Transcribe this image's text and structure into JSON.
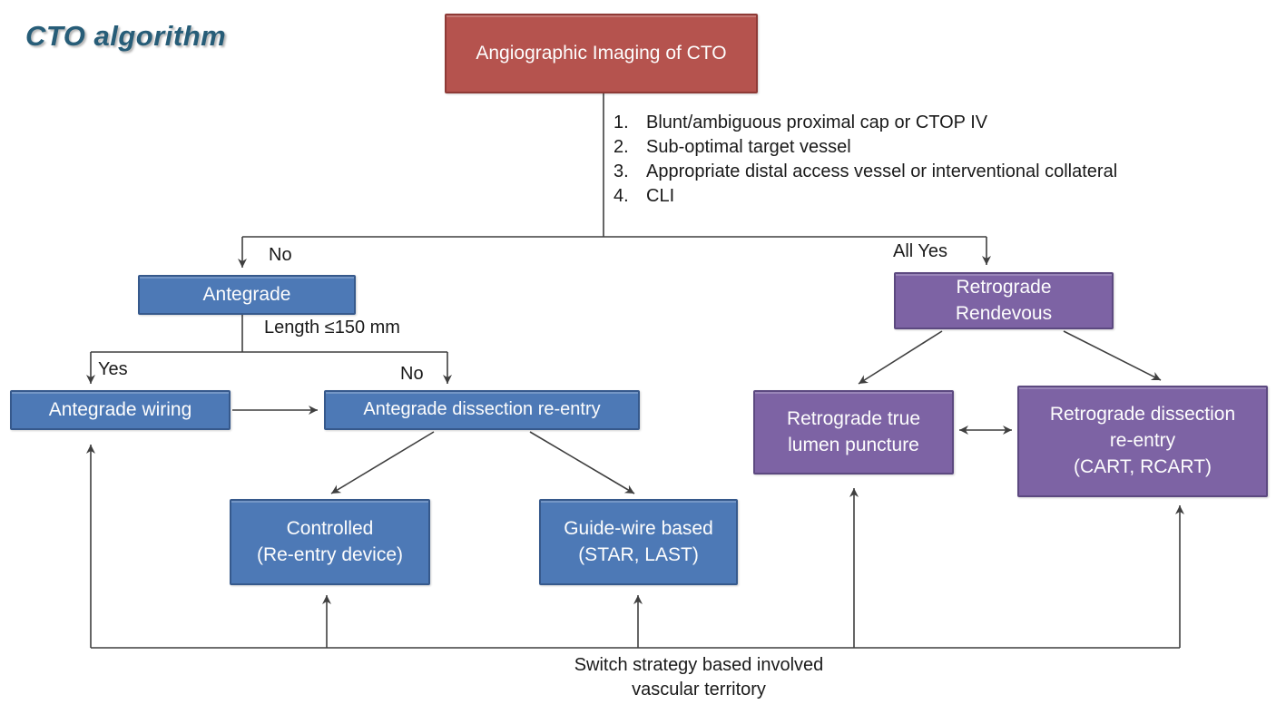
{
  "title": "CTO algorithm",
  "colors": {
    "title_text": "#275d78",
    "red_fill": "#b5534e",
    "red_border": "#8e3a36",
    "blue_fill": "#4d79b6",
    "blue_border": "#36598c",
    "purple_fill": "#7d63a4",
    "purple_border": "#5c4980",
    "line": "#3f3f3f",
    "label_text": "#1a1a1a",
    "box_text": "#fdfdfd"
  },
  "root_box": {
    "label": "Angiographic Imaging of CTO"
  },
  "criteria": [
    {
      "num": "1.",
      "text": "Blunt/ambiguous proximal cap or CTOP IV"
    },
    {
      "num": "2.",
      "text": "Sub-optimal target vessel"
    },
    {
      "num": "3.",
      "text": "Appropriate distal access vessel or interventional collateral"
    },
    {
      "num": "4.",
      "text": "CLI"
    }
  ],
  "edge_labels": {
    "no_top": "No",
    "all_yes": "All Yes",
    "length": "Length ≤150 mm",
    "yes": "Yes",
    "no_mid": "No"
  },
  "boxes": {
    "antegrade": {
      "label": "Antegrade"
    },
    "antegrade_wiring": {
      "label": "Antegrade wiring"
    },
    "antegrade_dissection": {
      "label": "Antegrade dissection re-entry"
    },
    "controlled": {
      "line1": "Controlled",
      "line2": "(Re-entry device)"
    },
    "guidewire": {
      "line1": "Guide-wire based",
      "line2": "(STAR, LAST)"
    },
    "rendevous": {
      "line1": "Retrograde",
      "line2": "Rendevous"
    },
    "true_lumen": {
      "line1": "Retrograde true",
      "line2": "lumen puncture"
    },
    "retro_dissection": {
      "line1": "Retrograde dissection",
      "line2": "re-entry",
      "line3": "(CART, RCART)"
    }
  },
  "footer": {
    "line1": "Switch strategy based involved",
    "line2": "vascular territory"
  }
}
